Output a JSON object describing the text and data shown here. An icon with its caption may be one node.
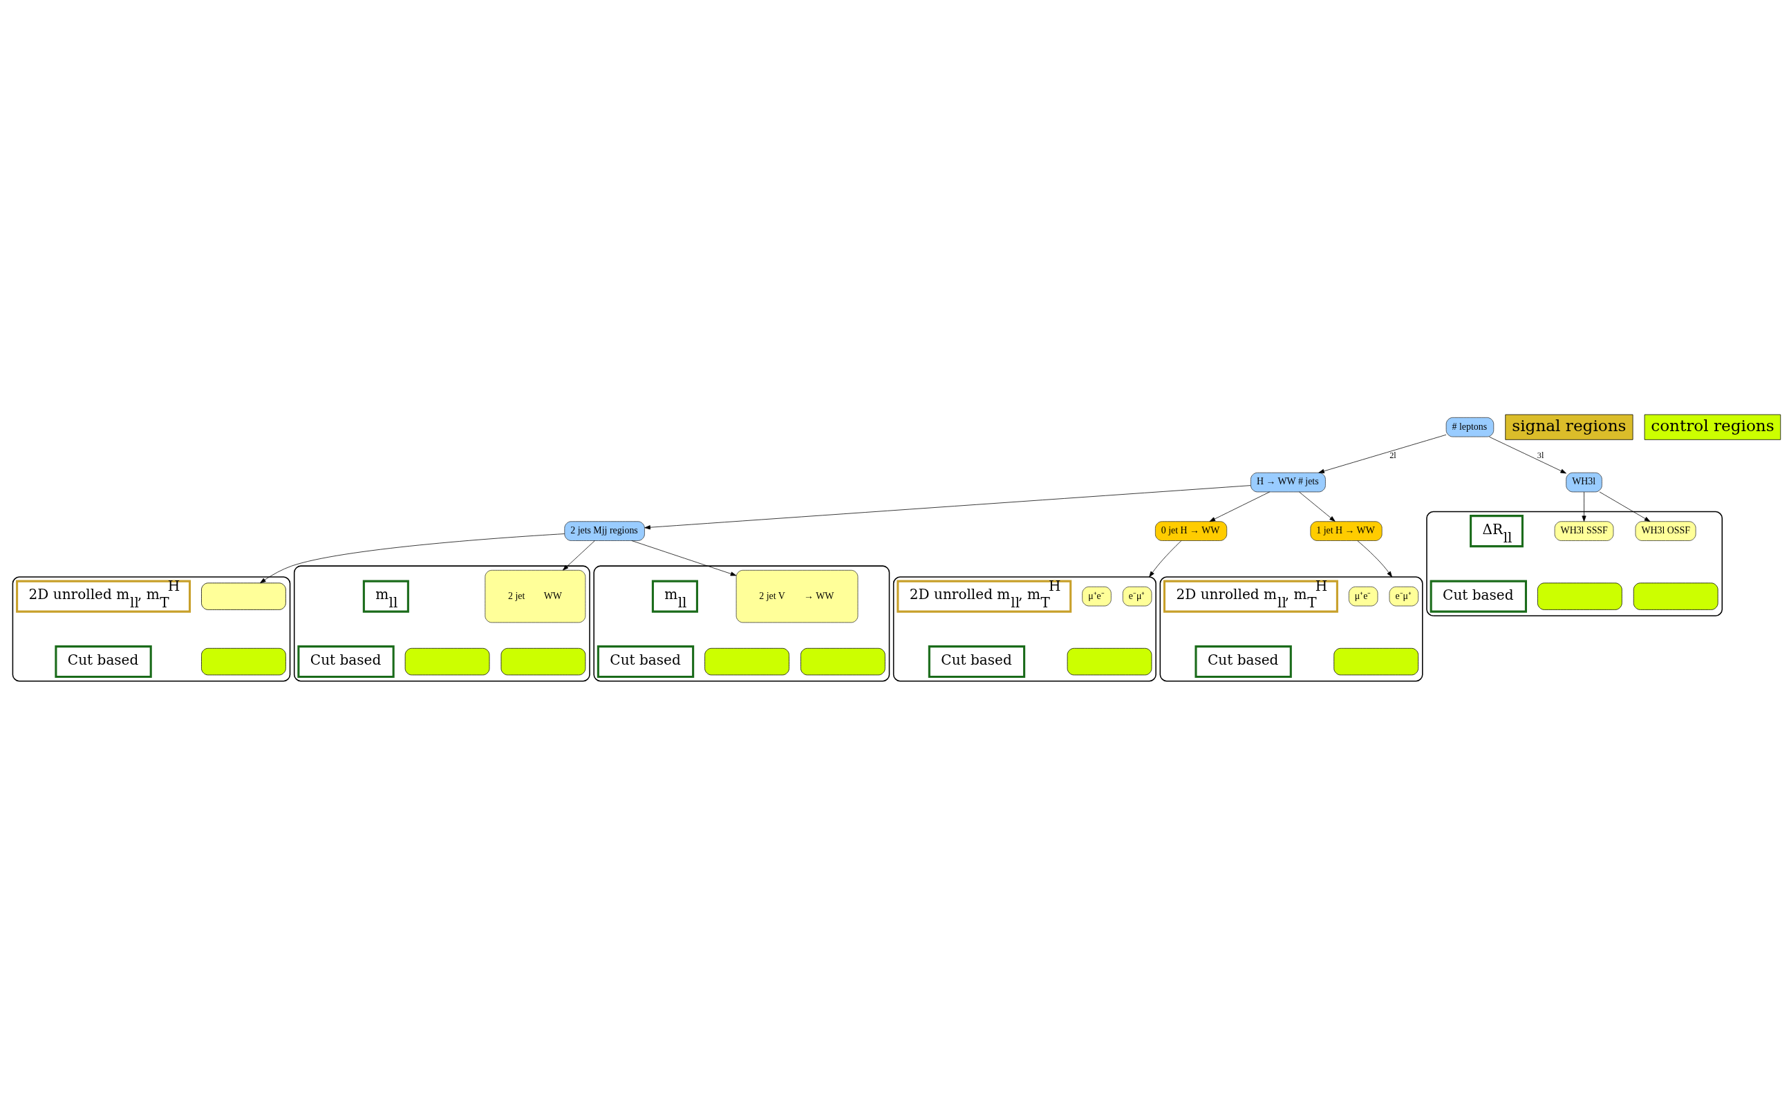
{
  "diagram": {
    "nodes": [
      {
        "text": [
          "# leptons"
        ]
      },
      {
        "text": [
          "H → WW # jets"
        ]
      },
      {
        "text": [
          "WH3l"
        ]
      },
      {
        "text": [
          "0 jet H → WW"
        ]
      },
      {
        "text": [
          "1 jet H → WW"
        ]
      },
      {
        "text": [
          "2 jets Mjj regions"
        ]
      },
      {
        "text": [],
        "shape": "box"
      },
      {
        "text": [
          "e⁻μ⁺"
        ],
        "in": 6
      },
      {
        "text": [
          "μ⁺e⁻"
        ],
        "in": 6
      },
      {
        "text": [],
        "shape": "box",
        "in": 6
      },
      {
        "text": [
          "2D unrolled m$_{ll}$, m$_{T}$$^{H}$"
        ],
        "in": 6
      },
      {
        "text": [
          "Cut based"
        ],
        "in": 6
      },
      {
        "text": [],
        "shape": "box"
      },
      {
        "text": [
          "e⁻μ⁺"
        ],
        "in": 12
      },
      {
        "text": [
          "μ⁺e⁻"
        ],
        "in": 12
      },
      {
        "text": [],
        "shape": "box",
        "in": 12
      },
      {
        "text": [
          "2D unrolled m$_{ll}$, m$_{T}$$^{H}$"
        ],
        "in": 12
      },
      {
        "text": [
          "Cut based"
        ],
        "in": 12
      },
      {
        "text": [],
        "shape": "box"
      },
      {
        "text": [],
        "shape": "box",
        "in": 18
      },
      {
        "text": [],
        "shape": "box",
        "in": 18
      },
      {
        "text": [
          "2D unrolled m$_{ll}$, m$_{T}$$^{H}$"
        ],
        "in": 18
      },
      {
        "text": [
          "Cut based"
        ],
        "in": 18
      },
      {
        "text": [],
        "shape": "box"
      },
      {
        "text": [
          "2 jet",
          "WW"
        ],
        "in": 23
      },
      {
        "text": [],
        "shape": "box",
        "in": 23
      },
      {
        "text": [],
        "shape": "box",
        "in": 23
      },
      {
        "text": [
          "m$_{ll}$"
        ],
        "in": 23
      },
      {
        "text": [
          "Cut based"
        ],
        "in": 23
      },
      {
        "text": [],
        "shape": "box"
      },
      {
        "text": [
          "2 jet V",
          "→ WW"
        ],
        "in": 29
      },
      {
        "text": [],
        "shape": "box",
        "in": 29
      },
      {
        "text": [],
        "shape": "box",
        "in": 29
      },
      {
        "text": [
          "m$_{ll}$"
        ],
        "in": 29
      },
      {
        "text": [
          "Cut based"
        ],
        "in": 29
      },
      {
        "text": [],
        "shape": "box"
      },
      {
        "text": [
          "WH3l OSSF"
        ],
        "in": 35
      },
      {
        "text": [
          "WH3l SSSF"
        ],
        "in": 35
      },
      {
        "text": [
          "ΔR$_{ll}$"
        ],
        "in": 35
      },
      {
        "text": [],
        "shape": "box",
        "in": 35
      },
      {
        "text": [],
        "shape": "box",
        "in": 35
      },
      {
        "text": [
          "Cut based"
        ],
        "in": 35
      }
    ],
    "edges": [
      {
        "from": 0,
        "to": 1,
        "arrow": "to",
        "label": "2l"
      },
      {
        "from": 0,
        "to": 2,
        "arrow": "to",
        "label": "3l"
      },
      {
        "from": 1,
        "to": 3,
        "arrow": "to"
      },
      {
        "from": 1,
        "to": 4,
        "arrow": "to"
      },
      {
        "from": 1,
        "to": 5,
        "arrow": "to"
      },
      {
        "from": 3,
        "to": 6,
        "arrow": "to"
      },
      {
        "from": 4,
        "to": 12,
        "arrow": "to"
      },
      {
        "from": 2,
        "to": 36,
        "arrow": "to"
      },
      {
        "from": 2,
        "to": 37,
        "arrow": "to"
      },
      {
        "from": 5,
        "to": 19,
        "arrow": "to"
      },
      {
        "from": 5,
        "to": 24,
        "arrow": "to"
      },
      {
        "from": 5,
        "to": 30,
        "arrow": "to"
      }
    ],
    "legend": [
      {
        "text": "signal regions",
        "color": "#dbbd2a"
      },
      {
        "text": "control regions",
        "color": "#ccff00"
      }
    ]
  }
}
